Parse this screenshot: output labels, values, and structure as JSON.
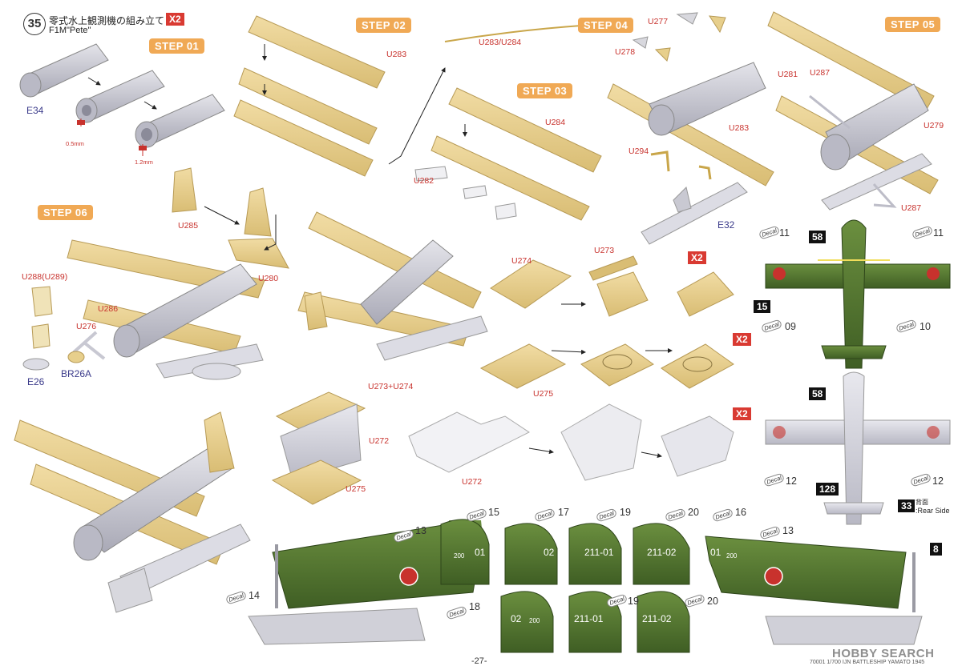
{
  "header": {
    "step_number": "35",
    "title_jp": "零式水上観測機の組み立て",
    "quantity": "X2",
    "subtitle": "F1M\"Pete\""
  },
  "steps": [
    "STEP 01",
    "STEP 02",
    "STEP 03",
    "STEP 04",
    "STEP 05",
    "STEP 06"
  ],
  "parts": {
    "e34": "E34",
    "dim_05": "0.5mm",
    "dim_12": "1.2mm",
    "u283": "U283",
    "u283_284": "U283/U284",
    "u284": "U284",
    "u282": "U282",
    "u277": "U277",
    "u278": "U278",
    "u294": "U294",
    "u283b": "U283",
    "e32": "E32",
    "u281": "U281",
    "u287a": "U287",
    "u279": "U279",
    "u287b": "U287",
    "u285": "U285",
    "u280": "U280",
    "u288": "U288(U289)",
    "u286": "U286",
    "u276": "U276",
    "e26": "E26",
    "br26a": "BR26A",
    "u274": "U274",
    "u273": "U273",
    "u275": "U275",
    "u273_274": "U273+U274",
    "u272a": "U272",
    "u275b": "U275",
    "u272b": "U272"
  },
  "multipliers": [
    "X2",
    "X2",
    "X2"
  ],
  "decal_word": "Decal",
  "decals": {
    "top_view": {
      "n11a": "11",
      "n11b": "11",
      "n58": "58",
      "n15": "15",
      "n09": "09",
      "n10": "10"
    },
    "bottom_view": {
      "n58": "58",
      "n12a": "12",
      "n12b": "12",
      "n128": "128"
    },
    "rear": {
      "n33": "33",
      "label_jp": "背面",
      "label_en": ":Rear Side",
      "n8": "8"
    },
    "side": [
      "13",
      "14",
      "15",
      "17",
      "19",
      "20",
      "16",
      "13",
      "18",
      "19",
      "20"
    ],
    "tail_codes": [
      "01",
      "200",
      "02",
      "211-01",
      "211-02",
      "01",
      "200",
      "02",
      "200",
      "211-01",
      "211-02"
    ]
  },
  "footer": {
    "page": "-27-",
    "product": "70001 1/700 IJN BATTLESHIP YAMATO 1945",
    "watermark": "HOBBY SEARCH"
  },
  "colors": {
    "step_bg": "#f0a955",
    "part_red": "#c8322d",
    "part_blue": "#3a3a8a",
    "x2_red": "#d93a32",
    "plane_green": "#52742f",
    "parts_tan": "#e7cf8c",
    "float_gray": "#c9c9d2"
  }
}
